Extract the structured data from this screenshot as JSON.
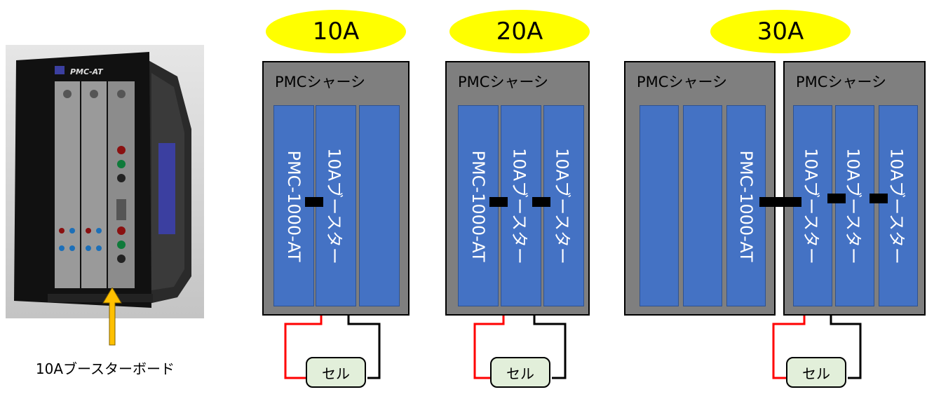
{
  "badges": [
    "10A",
    "20A",
    "30A"
  ],
  "chassis_label": "PMCシャーシ",
  "slot_labels": {
    "main": "PMC-1000-AT",
    "booster": "10Aブースター"
  },
  "cell_label": "セル",
  "photo": {
    "caption": "10Aブースターボード",
    "front_text": "PMC-AT"
  },
  "colors": {
    "badge": "#ffff00",
    "chassis": "#7f7f7f",
    "slot": "#4472c4",
    "cell": "#e2efda",
    "wire_positive": "#ff0000",
    "wire_negative": "#000000",
    "arrow": "#ffc000"
  }
}
